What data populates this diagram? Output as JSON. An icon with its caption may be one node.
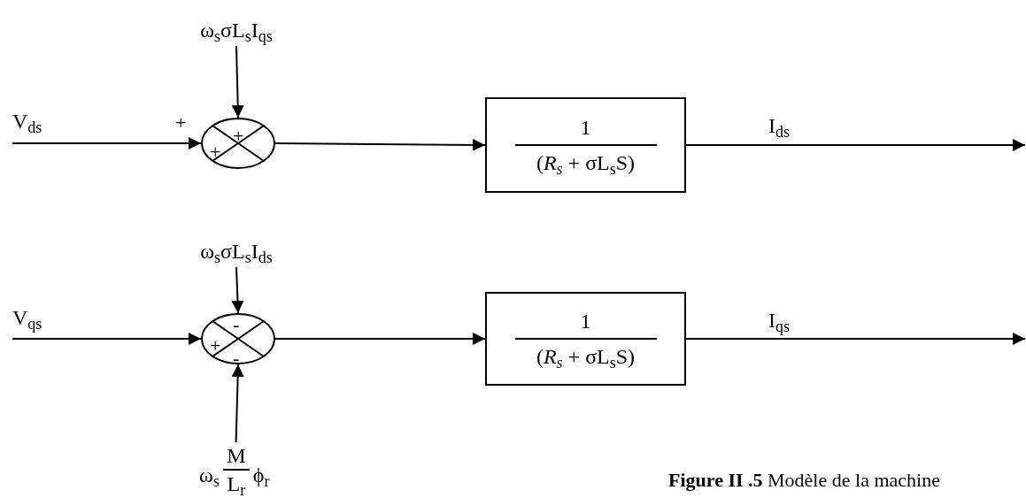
{
  "diagram": {
    "caption": "**Figure II .5** Modèle de la  machine",
    "nodes": [
      {
        "text": [
          "ω$_{s}$σL$_{s}$I$_{qs}$"
        ]
      },
      {
        "text": [
          "+",
          "+"
        ]
      },
      {
        "text": [
          "1",
          "(*R$_{s}$* + σL$_{s}$S)"
        ]
      },
      {
        "text": [
          "ω$_{s}$σL$_{s}$I$_{ds}$"
        ]
      },
      {
        "text": [
          "-",
          "+",
          "-"
        ]
      },
      {
        "text": [
          "1",
          "(*R$_{s}$* + σL$_{s}$S)"
        ]
      },
      {
        "text": [
          "ω$_{s}$",
          "M",
          "L$_{r}$",
          "ϕ$_{r}$"
        ]
      }
    ],
    "edges": [
      {
        "from": null,
        "to": 1,
        "arrow": "to",
        "label": "V$_{ds}$"
      },
      {
        "from": 0,
        "to": 1,
        "arrow": "to"
      },
      {
        "from": 1,
        "to": 2,
        "arrow": "to"
      },
      {
        "from": 2,
        "to": null,
        "arrow": "to",
        "label": "I$_{ds}$"
      },
      {
        "from": null,
        "to": 4,
        "arrow": "to",
        "label": "V$_{qs}$"
      },
      {
        "from": 3,
        "to": 4,
        "arrow": "to"
      },
      {
        "from": 6,
        "to": 4,
        "arrow": "to"
      },
      {
        "from": 4,
        "to": 5,
        "arrow": "to"
      },
      {
        "from": 5,
        "to": null,
        "arrow": "to",
        "label": "I$_{qs}$"
      }
    ],
    "labels": [
      "+"
    ]
  }
}
